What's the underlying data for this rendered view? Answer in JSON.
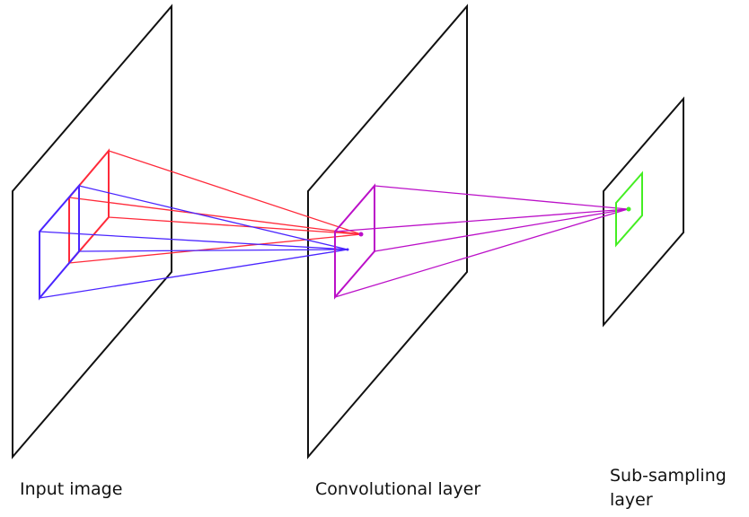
{
  "diagram": {
    "type": "convolutional-network-illustration",
    "layers": [
      {
        "name": "Input image",
        "label": "Input image"
      },
      {
        "name": "Convolutional layer",
        "label": "Convolutional layer"
      },
      {
        "name": "Sub-sampling layer",
        "label_line1": "Sub-sampling",
        "label_line2": "layer"
      }
    ],
    "colors": {
      "plane": "#111111",
      "receptive_field_1": "#ff2a3a",
      "receptive_field_2": "#4a25ff",
      "conv_window": "#bb10c8",
      "pool_window": "#44ee22"
    }
  }
}
